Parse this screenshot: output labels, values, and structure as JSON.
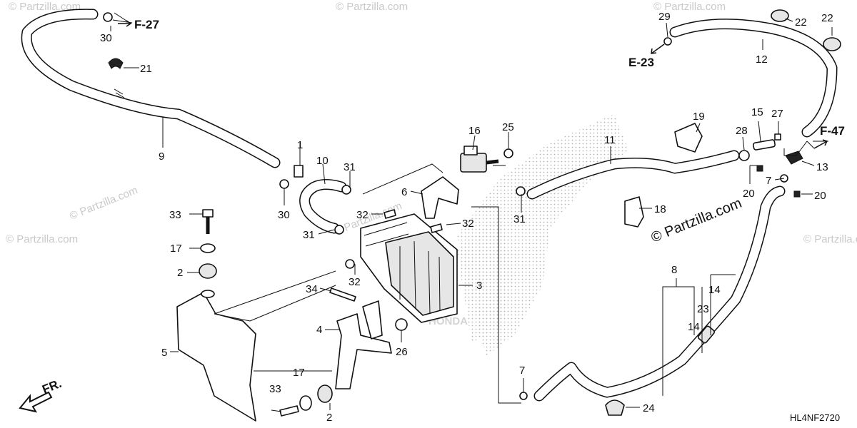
{
  "watermarks": {
    "small": "© Partzilla.com",
    "main": "© Partzilla.com",
    "brand": "HONDA"
  },
  "callouts": {
    "c1": "1",
    "c2a": "2",
    "c2b": "2",
    "c3": "3",
    "c4": "4",
    "c5": "5",
    "c6": "6",
    "c7a": "7",
    "c7b": "7",
    "c8": "8",
    "c9": "9",
    "c10": "10",
    "c11": "11",
    "c12": "12",
    "c13": "13",
    "c14a": "14",
    "c14b": "14",
    "c15": "15",
    "c16": "16",
    "c17a": "17",
    "c17b": "17",
    "c18": "18",
    "c19": "19",
    "c20a": "20",
    "c20b": "20",
    "c21": "21",
    "c22a": "22",
    "c22b": "22",
    "c23": "23",
    "c24": "24",
    "c25": "25",
    "c26": "26",
    "c27": "27",
    "c28": "28",
    "c29": "29",
    "c30a": "30",
    "c30b": "30",
    "c31a": "31",
    "c31b": "31",
    "c31c": "31",
    "c32a": "32",
    "c32b": "32",
    "c32c": "32",
    "c33a": "33",
    "c33b": "33",
    "c34": "34"
  },
  "references": {
    "f27": "F-27",
    "e23": "E-23",
    "f47": "F-47"
  },
  "front_label": "FR.",
  "diagram_code": "HL4NF2720"
}
